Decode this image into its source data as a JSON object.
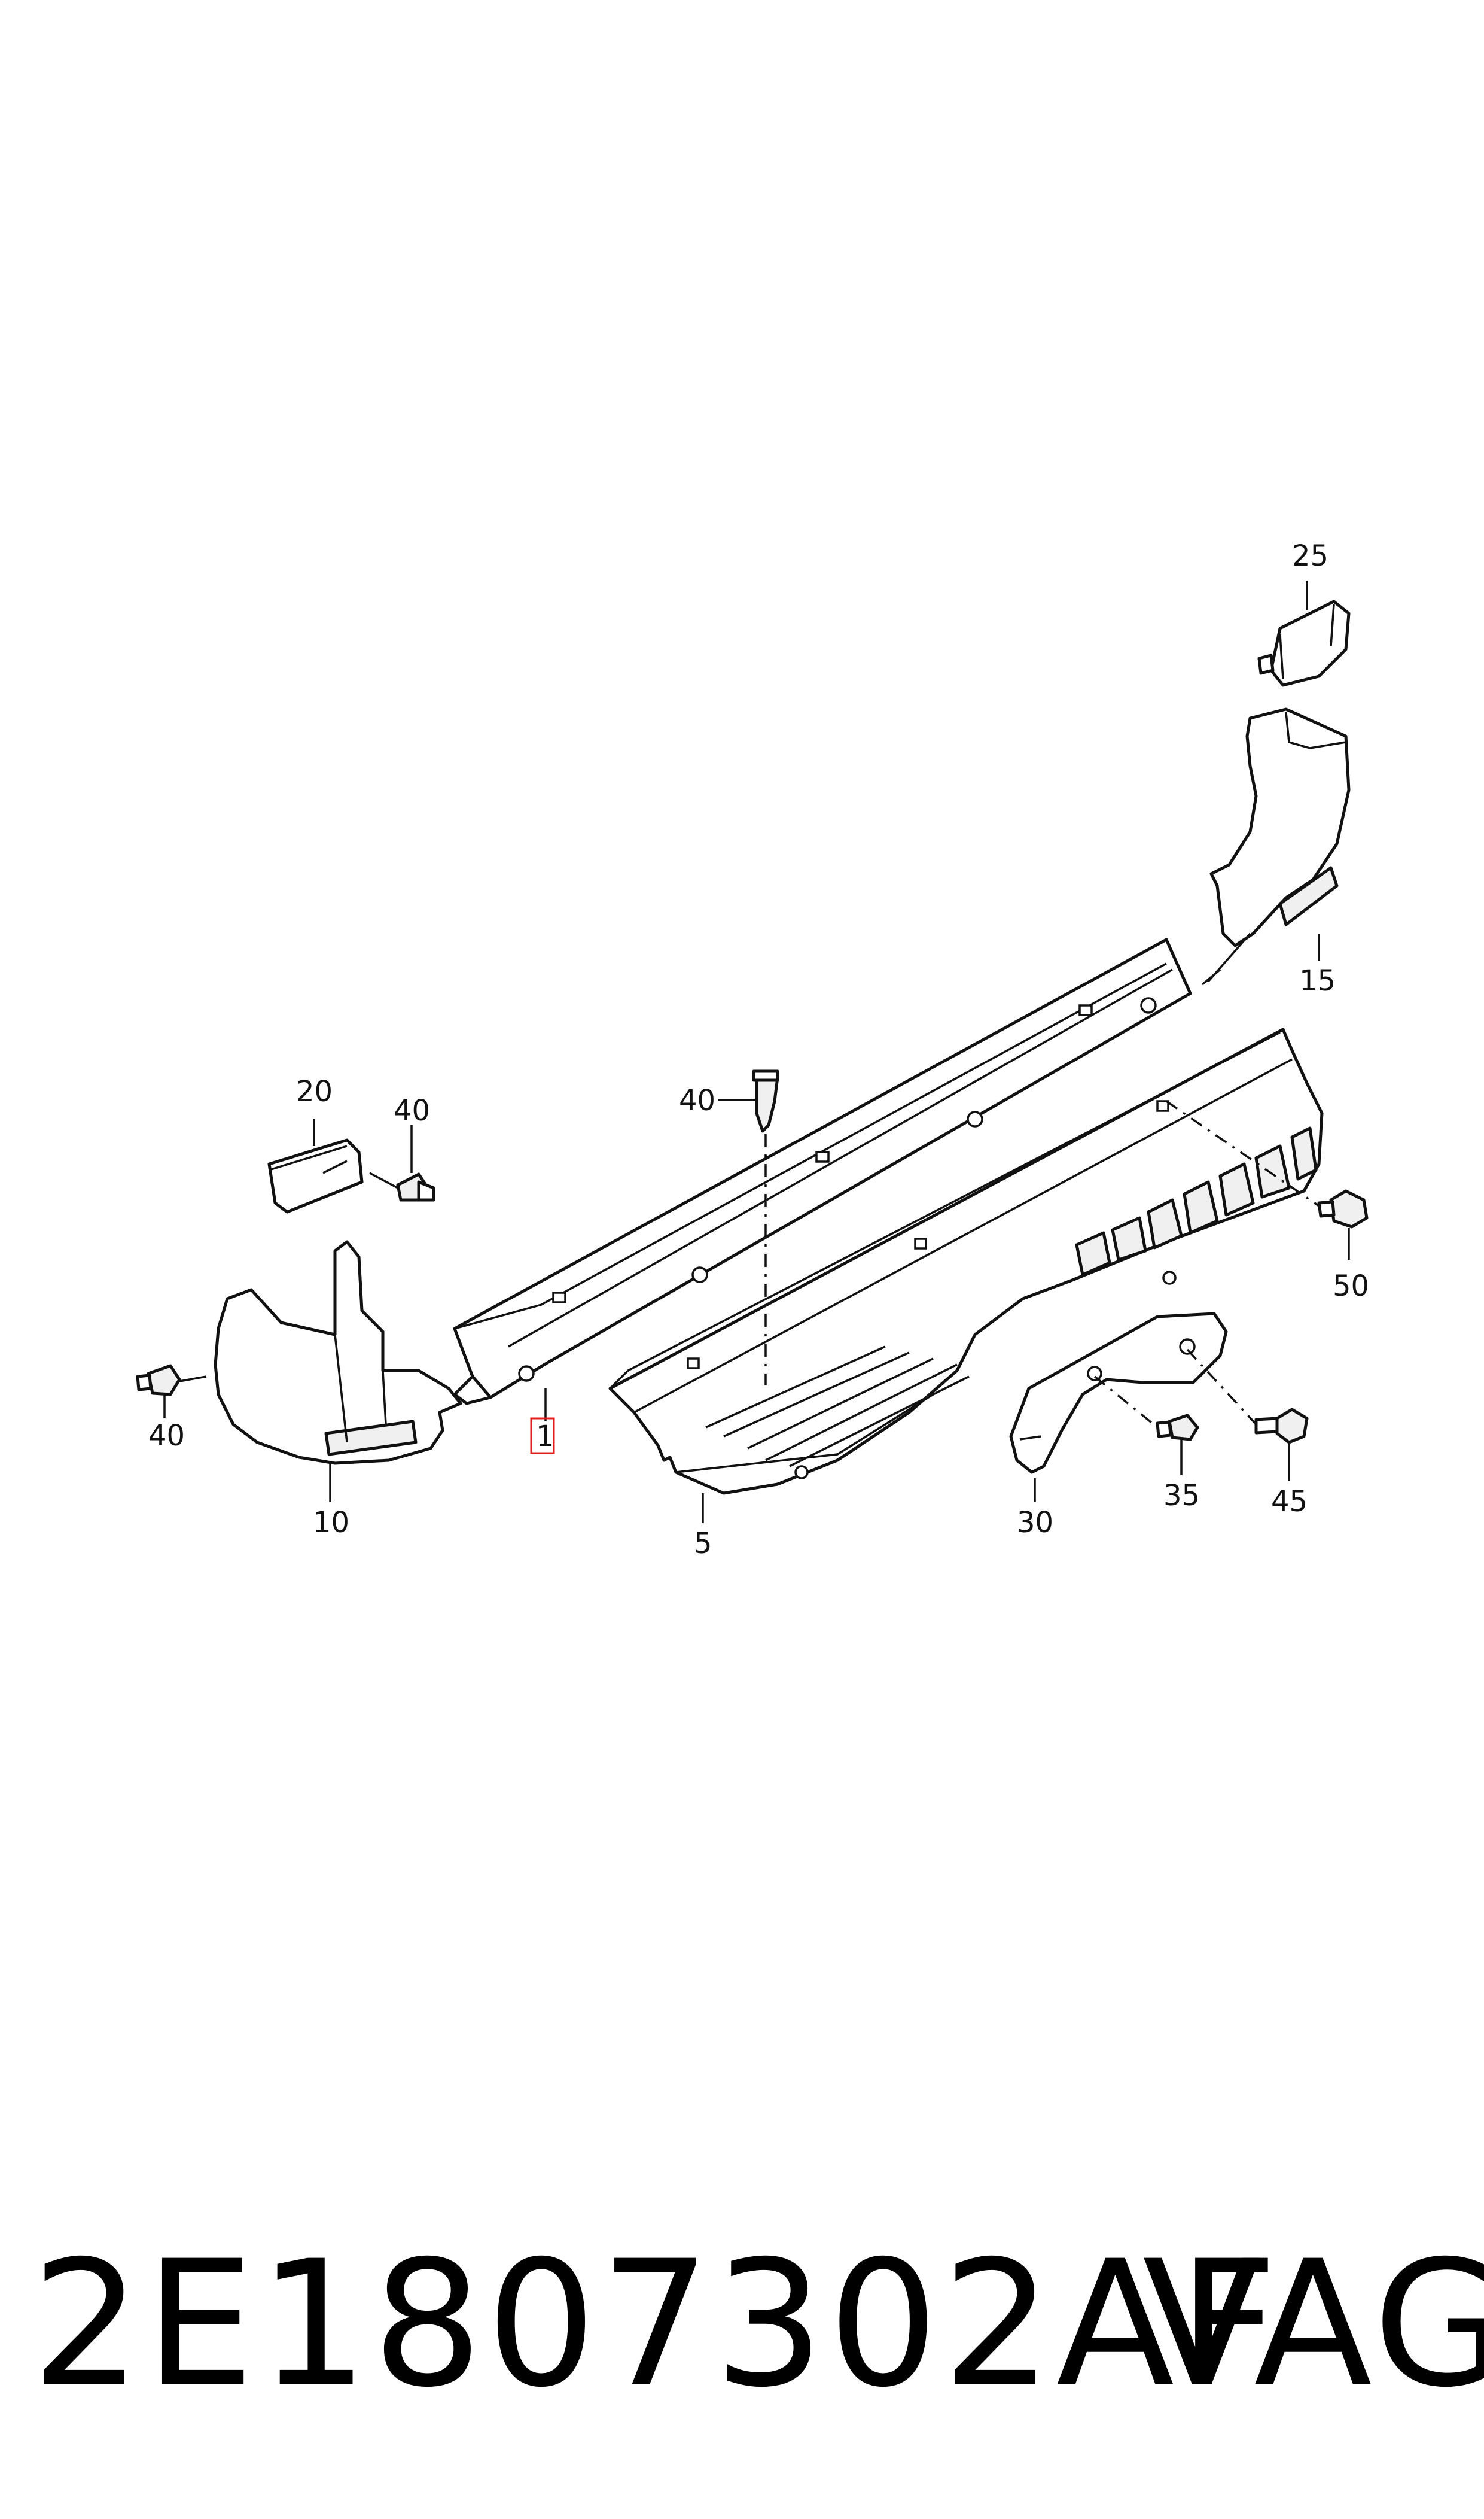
{
  "diagram": {
    "callouts": {
      "c1": "1",
      "c5": "5",
      "c10": "10",
      "c15": "15",
      "c20": "20",
      "c25": "25",
      "c30": "30",
      "c35": "35",
      "c40_left": "40",
      "c40_upper": "40",
      "c40_center": "40",
      "c45": "45",
      "c50": "50"
    },
    "highlighted_callout": "1",
    "highlight_color": "#e0201f"
  },
  "footer": {
    "part_number": "2E1807302AF",
    "brand": "VAG"
  }
}
